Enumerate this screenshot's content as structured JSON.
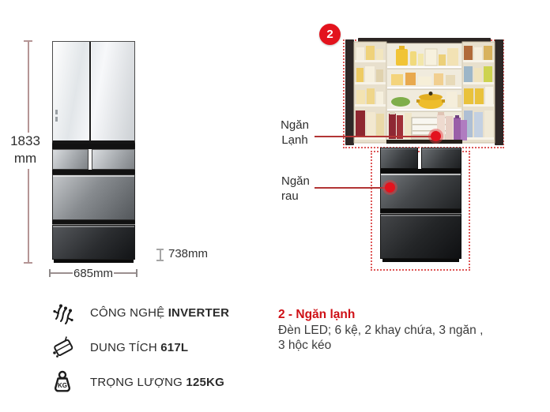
{
  "colors": {
    "accent_red": "#e3131d",
    "dashed_border": "#de5757",
    "callout_line": "#b23535",
    "dimension_line": "#b59595",
    "text_dark": "#2b2b2b"
  },
  "dimensions": {
    "height": {
      "value": "1833",
      "unit": "mm"
    },
    "width": {
      "label": "685mm"
    },
    "depth": {
      "label": "738mm"
    }
  },
  "callouts": {
    "badge": "2",
    "cool_compartment": {
      "line1": "Ngăn",
      "line2": "Lạnh"
    },
    "veg_compartment": {
      "line1": "Ngăn",
      "line2": "rau"
    }
  },
  "specs": [
    {
      "icon": "inverter-icon",
      "label": "CÔNG NGHỆ ",
      "value": "INVERTER"
    },
    {
      "icon": "capacity-icon",
      "label": "DUNG TÍCH ",
      "value": "617L"
    },
    {
      "icon": "weight-icon",
      "label": "TRỌNG LƯỢNG ",
      "value": "125KG",
      "icon_text": "KG"
    }
  ],
  "description": {
    "title": "2 - Ngăn lạnh",
    "lines": [
      "Đèn LED; 6 kệ, 2 khay chứa, 3 ngăn ,",
      "3 hộc kéo"
    ]
  }
}
